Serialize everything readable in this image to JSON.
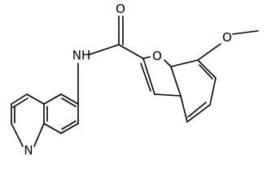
{
  "molecule": {
    "atoms": {
      "O_carbonyl": "O",
      "N_amide": "NH",
      "O_furan": "O",
      "O_methoxy": "O",
      "N_quinoline": "N"
    }
  },
  "colors": {
    "bond": "#000000",
    "background": "#ffffff"
  }
}
